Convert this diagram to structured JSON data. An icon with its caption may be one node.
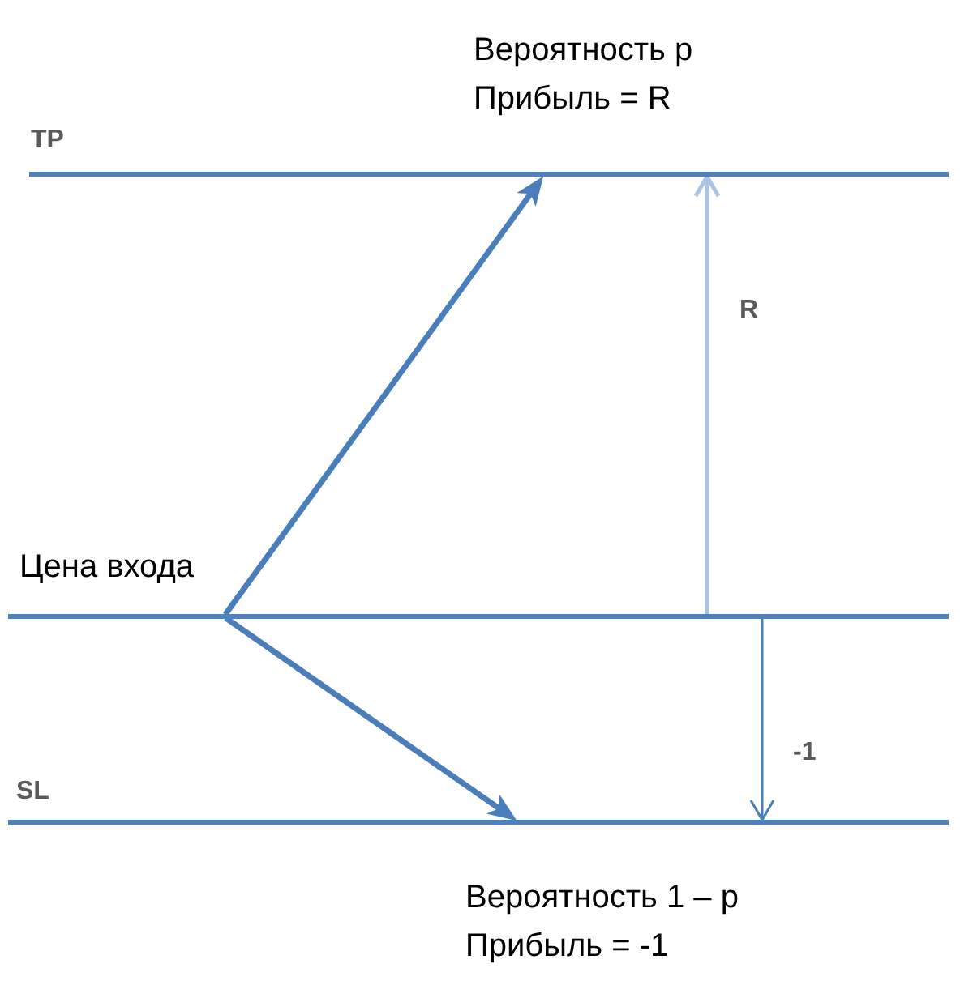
{
  "diagram": {
    "nodes": [
      {
        "text": [
          "TP"
        ],
        "beside": [
          "Вероятность p",
          "Прибыль = R"
        ]
      },
      {
        "text": [
          "Цена входа"
        ]
      },
      {
        "text": [
          "SL"
        ],
        "beside": [
          "Вероятность 1 – p",
          "Прибыль = -1"
        ]
      }
    ],
    "edges": [
      {
        "from": 1,
        "to": 0,
        "arrow": "to"
      },
      {
        "from": 1,
        "to": 2,
        "arrow": "to"
      },
      {
        "from": 1,
        "to": 0,
        "arrow": "to",
        "label": "R",
        "color": "#a9c4e4"
      },
      {
        "from": 1,
        "to": 2,
        "arrow": "to",
        "label": "-1"
      }
    ]
  }
}
